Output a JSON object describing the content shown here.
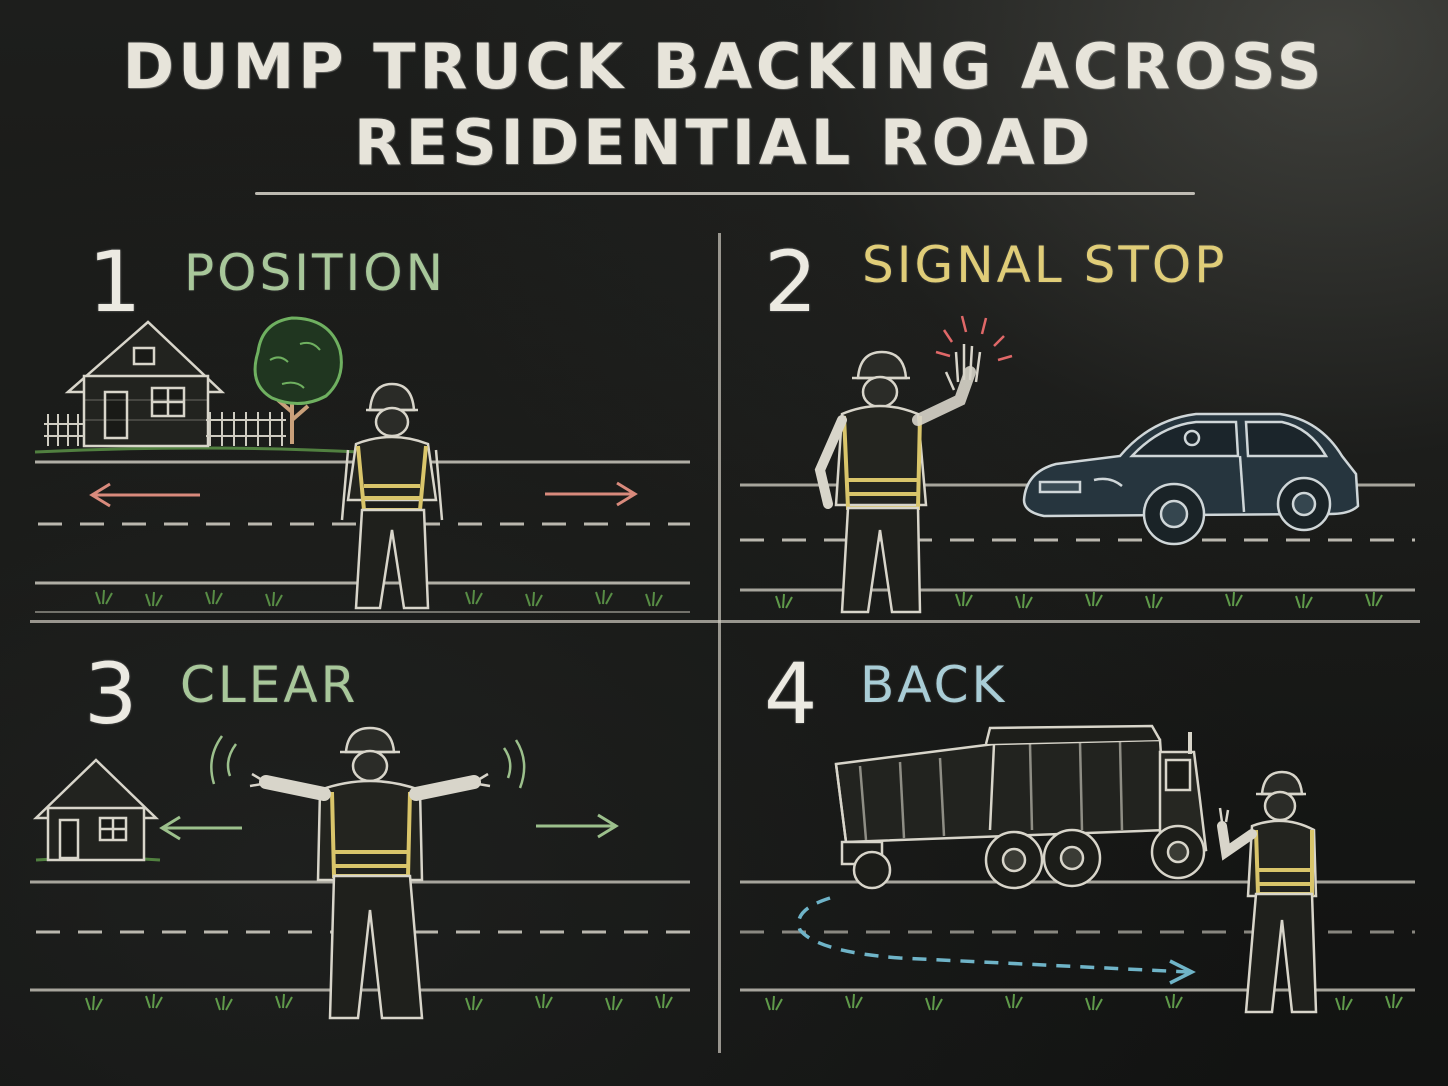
{
  "title": {
    "line1": "DUMP TRUCK BACKING ACROSS",
    "line2": "RESIDENTIAL ROAD"
  },
  "steps": [
    {
      "number": "1",
      "label": "POSITION",
      "color": "#a8c79a"
    },
    {
      "number": "2",
      "label": "SIGNAL STOP",
      "color": "#e0cd78"
    },
    {
      "number": "3",
      "label": "CLEAR",
      "color": "#a8c79a"
    },
    {
      "number": "4",
      "label": "BACK",
      "color": "#a9cdd6"
    }
  ],
  "colors": {
    "chalk": "#e6e4dc",
    "vest": "#d9c56a",
    "grass": "#5f9a4a",
    "arrow_red": "#d98a7c",
    "arrow_green": "#9cc08c",
    "arrow_blue": "#6fb4c8",
    "car": "#2a3a44"
  }
}
